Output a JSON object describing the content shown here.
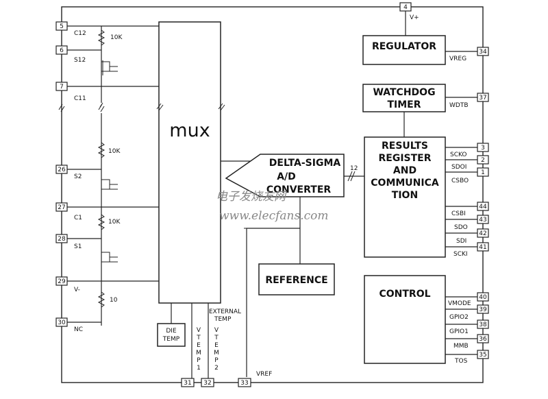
{
  "left_pins": [
    {
      "num": "5",
      "label": "C12"
    },
    {
      "num": "6",
      "label": "S12"
    },
    {
      "num": "7",
      "label": "C11"
    },
    {
      "num": "26",
      "label": "S2"
    },
    {
      "num": "27",
      "label": "C1"
    },
    {
      "num": "28",
      "label": "S1"
    },
    {
      "num": "29",
      "label": "V-"
    },
    {
      "num": "30",
      "label": "NC"
    }
  ],
  "resistors": [
    "10K",
    "10K",
    "10K",
    "10"
  ],
  "top_pin": {
    "num": "4",
    "label": "V+"
  },
  "blocks": {
    "mux": "mux",
    "delta_sigma": [
      "DELTA-SIGMA",
      "A/D",
      "CONVERTER"
    ],
    "regulator": "REGULATOR",
    "watchdog": [
      "WATCHDOG",
      "TIMER"
    ],
    "results": [
      "RESULTS",
      "REGISTER",
      "AND",
      "COMMUNICA",
      "TION"
    ],
    "reference": "REFERENCE",
    "control": "CONTROL",
    "die_temp": [
      "DIE",
      "TEMP"
    ]
  },
  "bus_width": "12",
  "right_pins": [
    {
      "num": "34",
      "label": "VREG"
    },
    {
      "num": "37",
      "label": "WDTB"
    },
    {
      "num": "3",
      "label": "SCKO"
    },
    {
      "num": "2",
      "label": "SDOI"
    },
    {
      "num": "1",
      "label": "CSBO"
    },
    {
      "num": "44",
      "label": "CSBI"
    },
    {
      "num": "43",
      "label": "SDO"
    },
    {
      "num": "42",
      "label": "SDI"
    },
    {
      "num": "41",
      "label": "SCKI"
    },
    {
      "num": "40",
      "label": "VMODE"
    },
    {
      "num": "39",
      "label": "GPIO2"
    },
    {
      "num": "38",
      "label": "GPIO1"
    },
    {
      "num": "36",
      "label": "MMB"
    },
    {
      "num": "35",
      "label": "TOS"
    }
  ],
  "bottom_pins": [
    {
      "num": "31",
      "label": "VTEMP1"
    },
    {
      "num": "32",
      "label": "VTEMP2"
    },
    {
      "num": "33",
      "label": "VREF"
    }
  ],
  "external_temp_label": [
    "EXTERNAL",
    "TEMP"
  ],
  "watermark": {
    "text1": "电子发烧友网",
    "text2": "www.elecfans.com"
  }
}
